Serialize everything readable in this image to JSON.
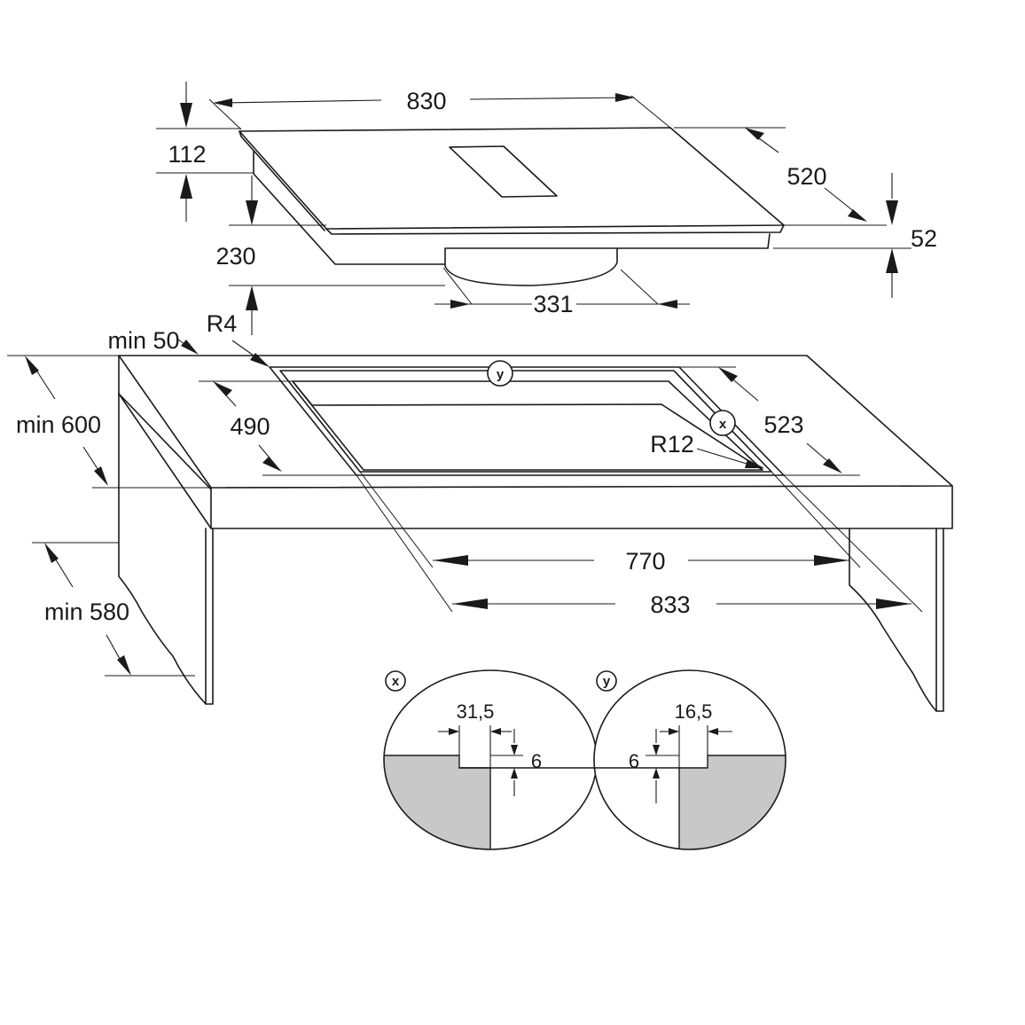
{
  "hob": {
    "width": "830",
    "depth": "520",
    "height_total": "112",
    "glass_thickness": "52",
    "below_height": "230",
    "motor_width": "331"
  },
  "cutout": {
    "min_front": "min 50",
    "radius_outer": "R4",
    "radius_inner": "R12",
    "depth_inner": "490",
    "depth_outer": "523",
    "width_inner": "770",
    "width_outer": "833",
    "min_depth": "min 600",
    "min_height": "min 580",
    "marker_x": "x",
    "marker_y": "y"
  },
  "detail_x": {
    "marker": "x",
    "width": "31,5",
    "depth": "6"
  },
  "detail_y": {
    "marker": "y",
    "width": "16,5",
    "depth": "6"
  }
}
